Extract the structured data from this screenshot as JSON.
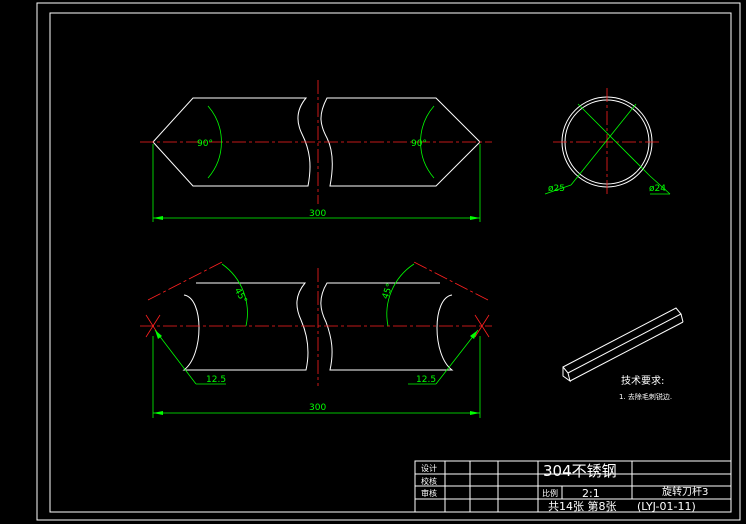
{
  "view_top": {
    "dim_length": "300",
    "angle_left": "90°",
    "angle_right": "90°"
  },
  "view_bottom": {
    "dim_length": "300",
    "angle_left": "45°",
    "angle_right": "45°",
    "radius_left": "12.5",
    "radius_right": "12.5"
  },
  "section": {
    "outer_dia": "ø25",
    "inner_dia": "ø24"
  },
  "notes": {
    "heading": "技术要求:",
    "item1": "1. 去除毛刺锐边."
  },
  "title_block": {
    "design": "设计",
    "check": "校核",
    "review": "审核",
    "material": "304不锈钢",
    "scale_label": "比例",
    "scale_value": "2:1",
    "drawing_name": "旋转刀杆3",
    "sheets": "共14张 第8张",
    "drawing_no": "(LYJ-01-11)"
  },
  "colors": {
    "outline": "#ffffff",
    "dimension": "#00ff00",
    "centerline": "#ff2020",
    "background": "#000000"
  }
}
